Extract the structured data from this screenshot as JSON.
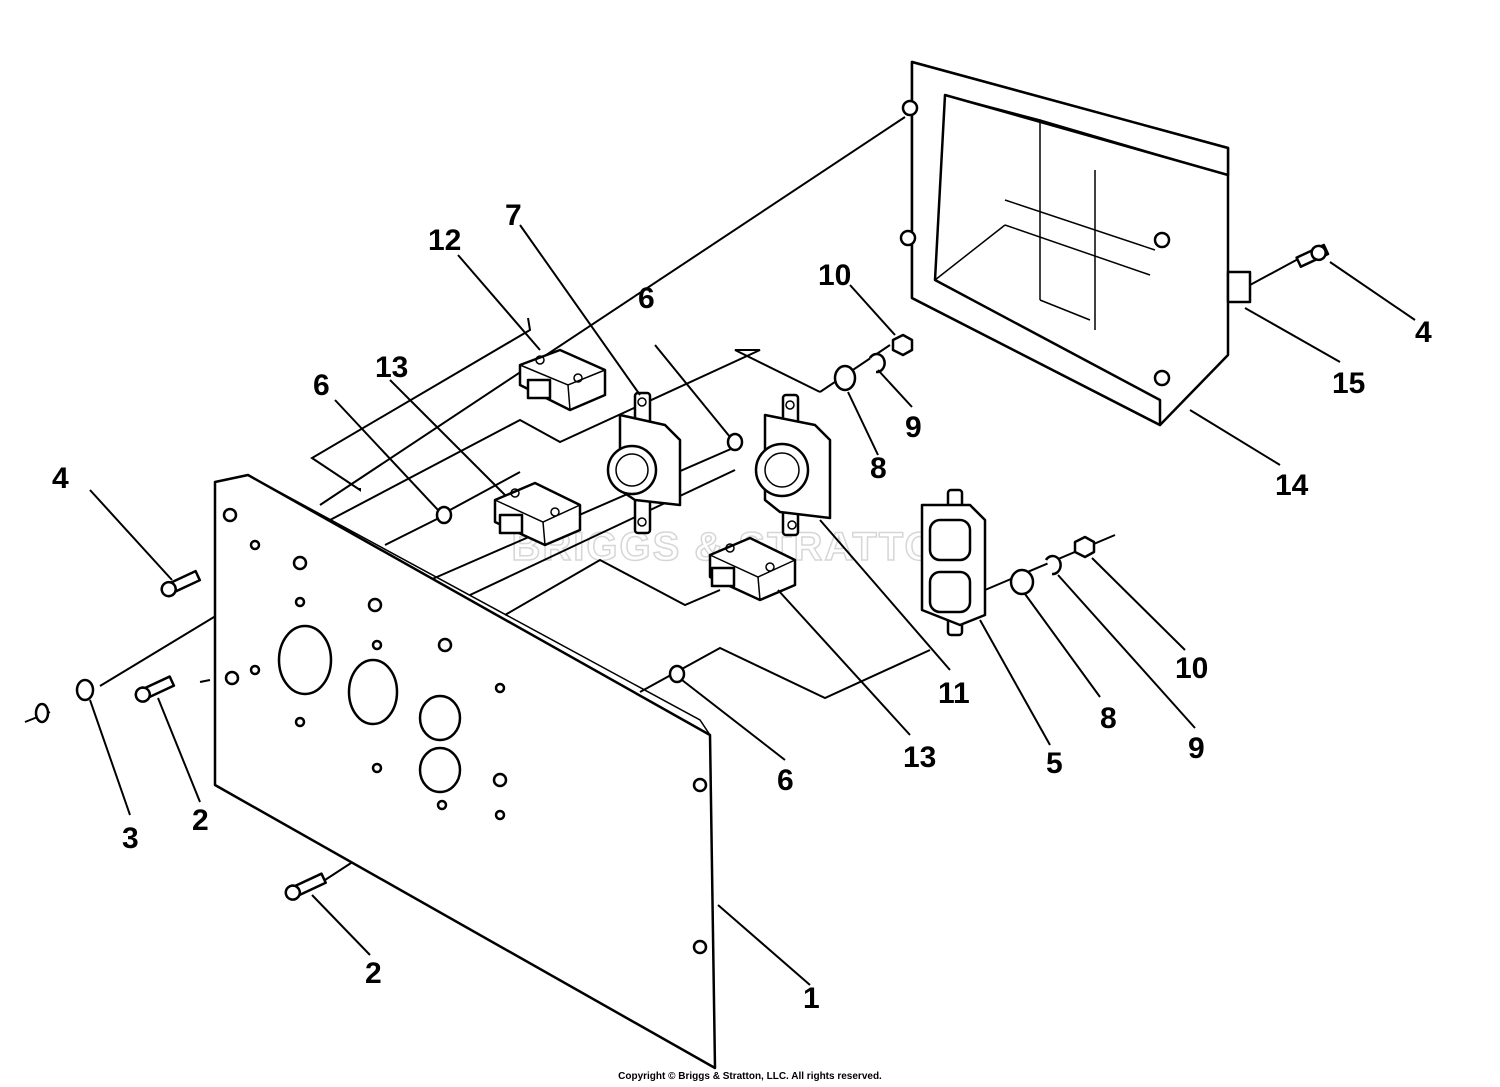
{
  "watermark": "BRIGGS & STRATTON",
  "copyright": "Copyright © Briggs & Stratton, LLC. All rights reserved.",
  "callouts": [
    {
      "id": "c1",
      "text": "1"
    },
    {
      "id": "c2a",
      "text": "2"
    },
    {
      "id": "c2b",
      "text": "2"
    },
    {
      "id": "c3",
      "text": "3"
    },
    {
      "id": "c4a",
      "text": "4"
    },
    {
      "id": "c4b",
      "text": "4"
    },
    {
      "id": "c5",
      "text": "5"
    },
    {
      "id": "c6a",
      "text": "6"
    },
    {
      "id": "c6b",
      "text": "6"
    },
    {
      "id": "c6c",
      "text": "6"
    },
    {
      "id": "c7",
      "text": "7"
    },
    {
      "id": "c8a",
      "text": "8"
    },
    {
      "id": "c8b",
      "text": "8"
    },
    {
      "id": "c9a",
      "text": "9"
    },
    {
      "id": "c9b",
      "text": "9"
    },
    {
      "id": "c10a",
      "text": "10"
    },
    {
      "id": "c10b",
      "text": "10"
    },
    {
      "id": "c11",
      "text": "11"
    },
    {
      "id": "c12",
      "text": "12"
    },
    {
      "id": "c13a",
      "text": "13"
    },
    {
      "id": "c13b",
      "text": "13"
    },
    {
      "id": "c14",
      "text": "14"
    },
    {
      "id": "c15",
      "text": "15"
    }
  ]
}
